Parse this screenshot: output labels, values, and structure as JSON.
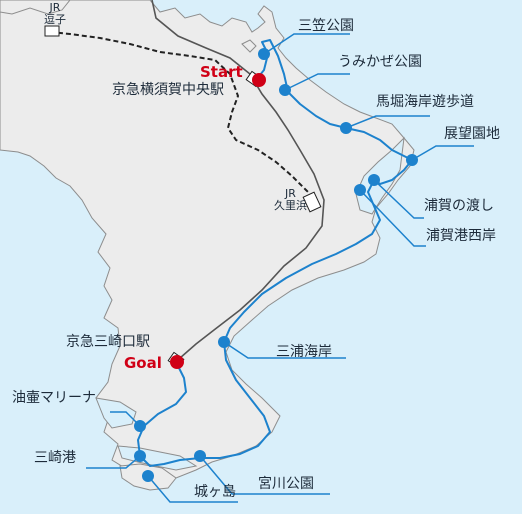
{
  "colors": {
    "sea": "#d9effa",
    "land": "#ececec",
    "coast": "#8d8d8d",
    "route": "#1d82cd",
    "poi": "#1d82cd",
    "start_goal": "#d00016",
    "rail_jr": "#222222",
    "rail_keikyu": "#555555"
  },
  "labels": {
    "jr_zushi": "JR\n逗子",
    "jr_kurihama": "JR\n久里浜",
    "start": "Start",
    "start_station": "京急横須賀中央駅",
    "goal": "Goal",
    "goal_station": "京急三崎口駅"
  },
  "spots": [
    {
      "name": "三笠公園"
    },
    {
      "name": "うみかぜ公園"
    },
    {
      "name": "馬堀海岸遊歩道"
    },
    {
      "name": "展望園地"
    },
    {
      "name": "浦賀の渡し"
    },
    {
      "name": "浦賀港西岸"
    },
    {
      "name": "三浦海岸"
    },
    {
      "name": "油壷マリーナ"
    },
    {
      "name": "三崎港"
    },
    {
      "name": "宮川公園"
    },
    {
      "name": "城ヶ島"
    }
  ]
}
